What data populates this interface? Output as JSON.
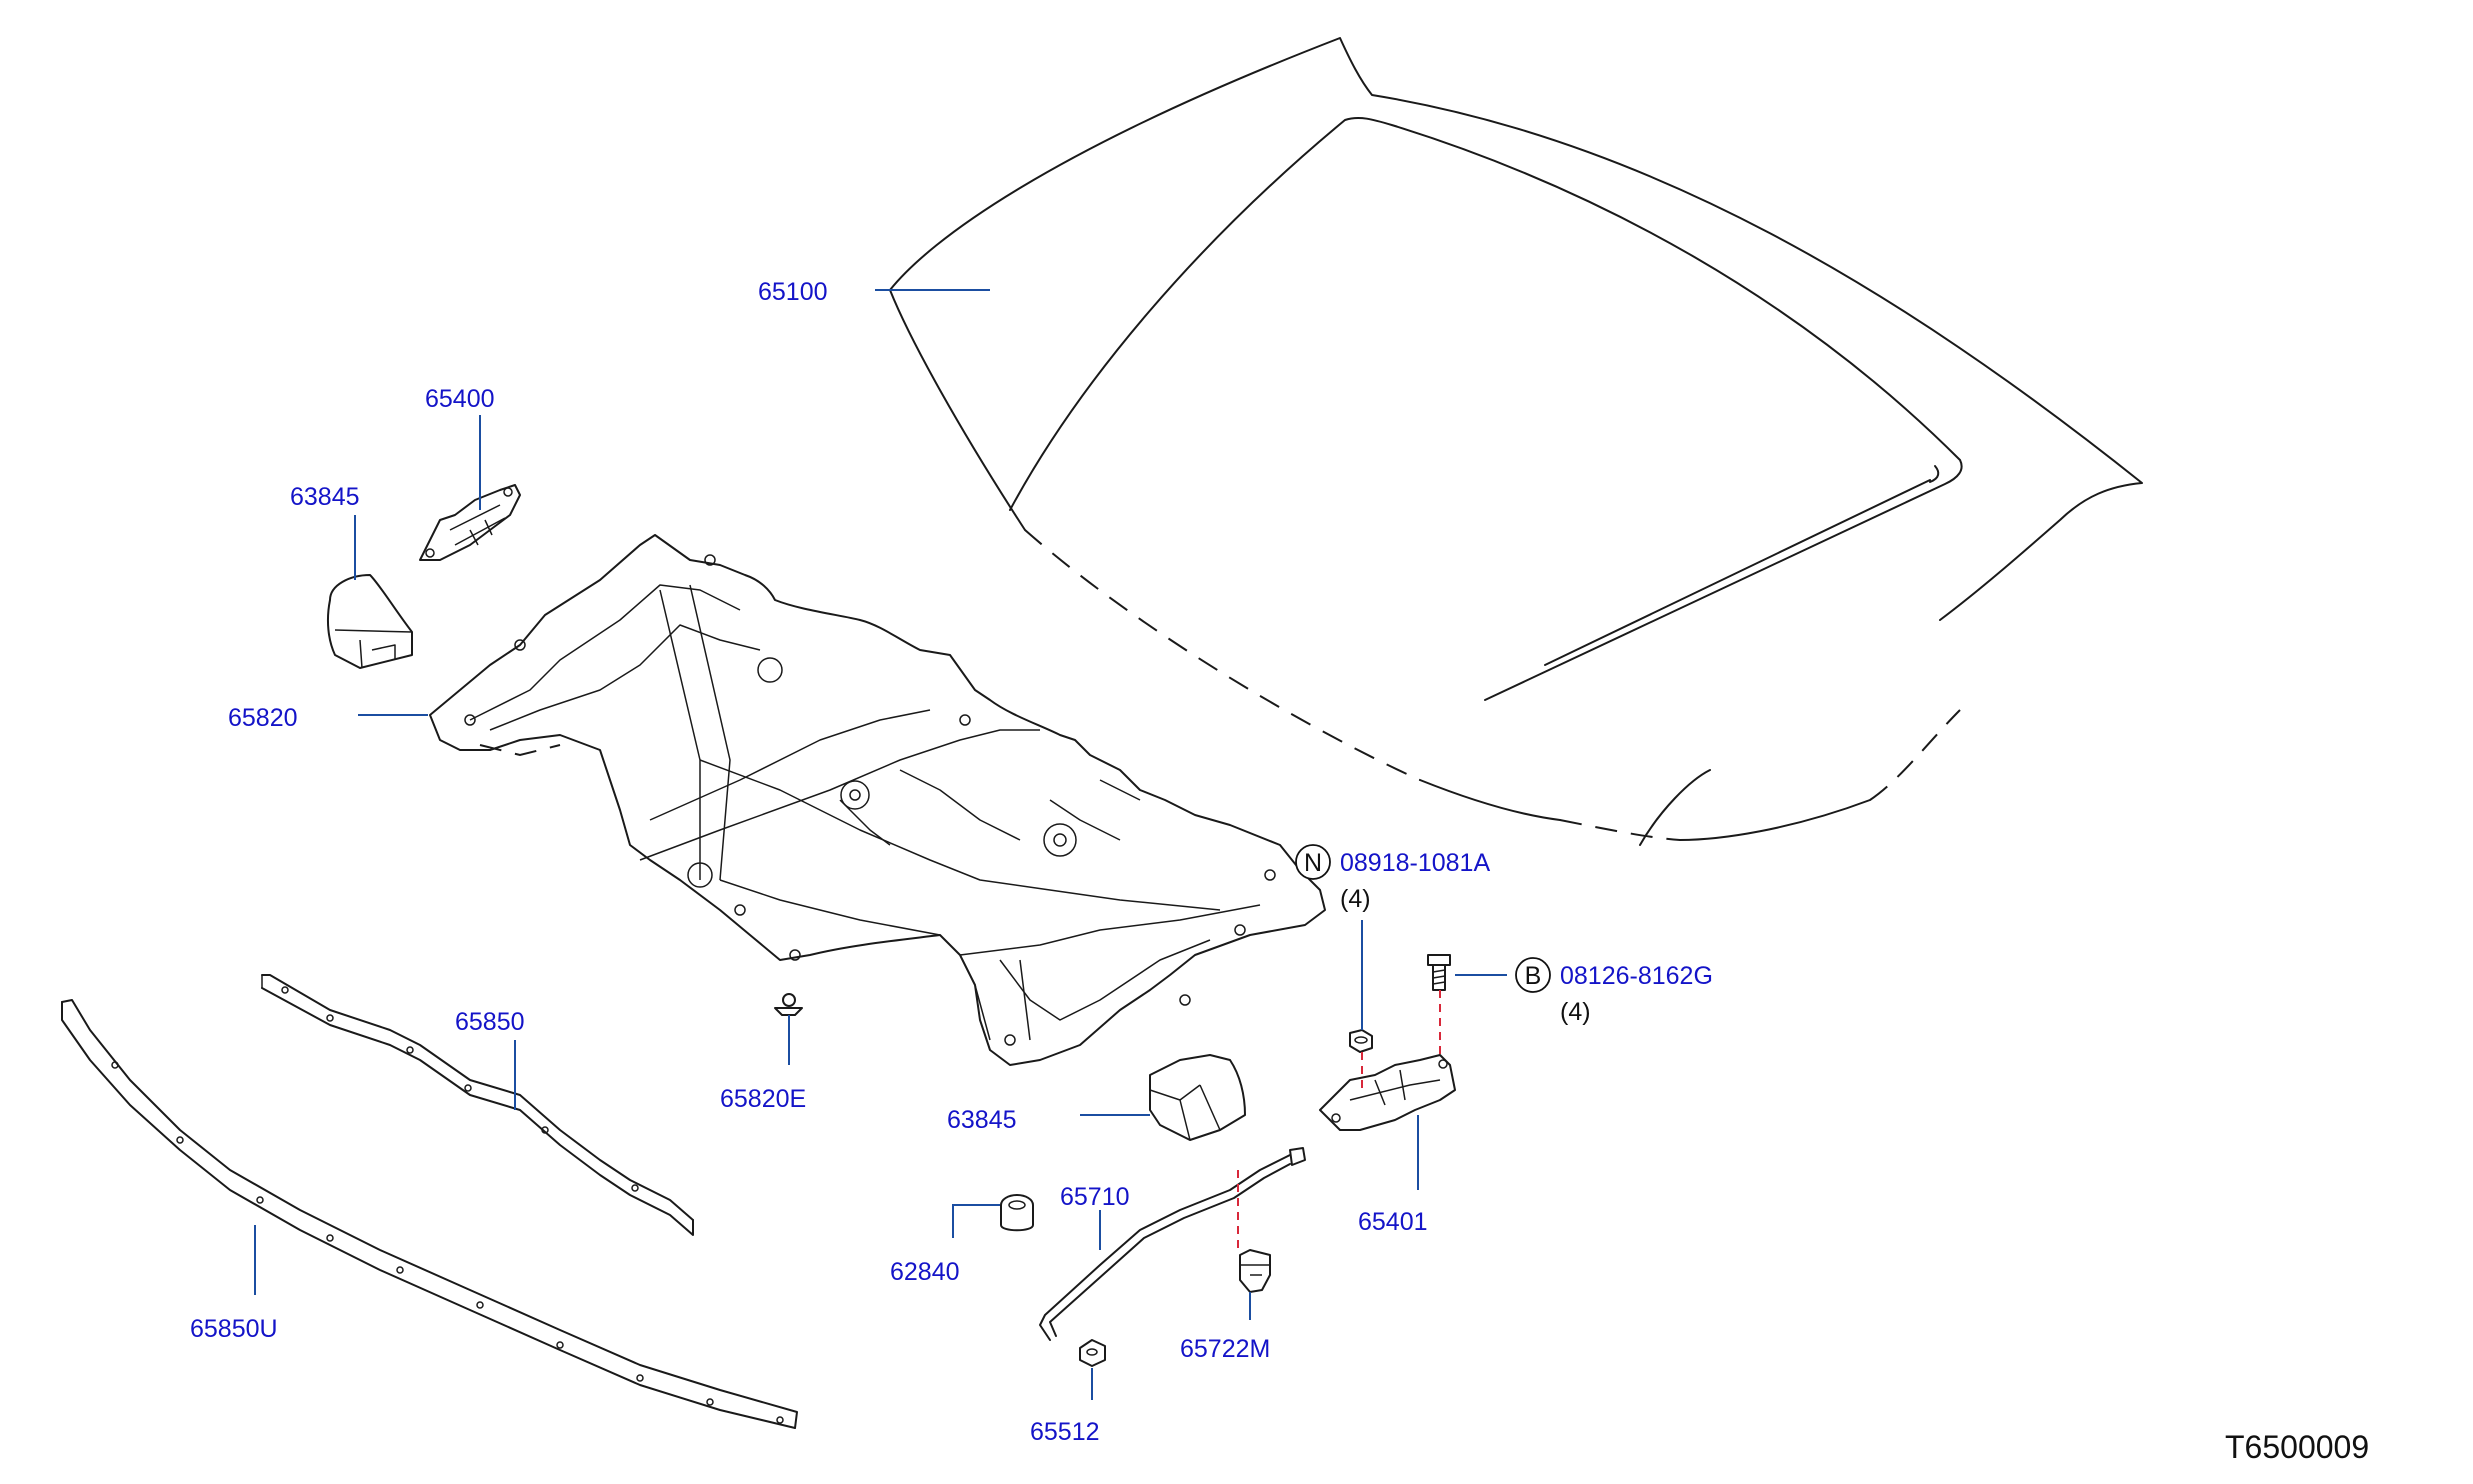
{
  "diagram_code": "T6500009",
  "colors": {
    "label": "#1414c8",
    "leader": "#1b4ea1",
    "linework": "#1a1a1a",
    "alignment_dash": "#d8283a"
  },
  "labels": {
    "hood": "65100",
    "hinge_left": "65400",
    "stopper_left": "63845",
    "insulator": "65820",
    "insulator_clip": "65820E",
    "stopper_right": "63845",
    "seal": "65850",
    "seal_lower": "65850U",
    "hinge_right": "65401",
    "nut_part": "08918-1081A",
    "nut_qty": "(4)",
    "nut_marker": "N",
    "bolt_part": "08126-8162G",
    "bolt_qty": "(4)",
    "bolt_marker": "B",
    "grommet": "62840",
    "stay_rod": "65710",
    "stay_clip": "65722M",
    "stay_grommet": "65512"
  }
}
